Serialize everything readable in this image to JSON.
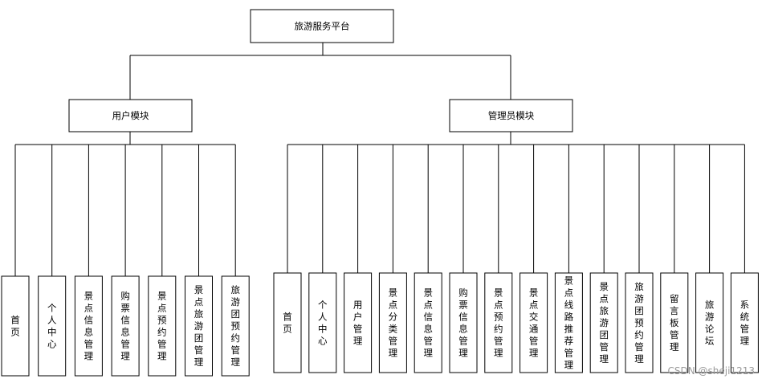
{
  "root": {
    "label": "旅游服务平台"
  },
  "modules": [
    {
      "label": "用户模块",
      "children": [
        "首页",
        "个人中心",
        "景点信息管理",
        "购票信息管理",
        "景点预约管理",
        "景点旅游团管理",
        "旅游团预约管理"
      ]
    },
    {
      "label": "管理员模块",
      "children": [
        "首页",
        "个人中心",
        "用户管理",
        "景点分类管理",
        "景点信息管理",
        "购票信息管理",
        "景点预约管理",
        "景点交通管理",
        "景点线路推荐管理",
        "景点旅游团管理",
        "旅游团预约管理",
        "留言板管理",
        "旅游论坛",
        "系统管理"
      ]
    }
  ],
  "watermark": "CSDN @sheji1213"
}
